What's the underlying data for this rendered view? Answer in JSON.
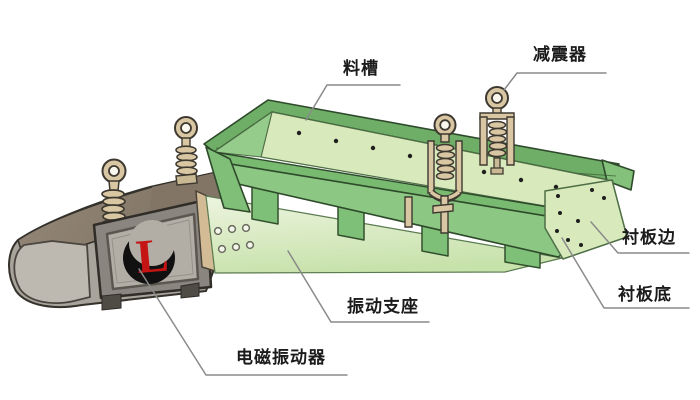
{
  "diagram": {
    "type": "technical-illustration",
    "labels": {
      "trough": "料槽",
      "shock_absorber": "减震器",
      "liner_side": "衬板边",
      "liner_bottom": "衬板底",
      "vibration_support": "振动支座",
      "electromagnetic_vibrator": "电磁振动器"
    },
    "logo_letter": "L",
    "colors": {
      "background": "#FFFFFF",
      "rim_green": "#6FAE67",
      "trough_green": "#8CC884",
      "liner_pale_green": "#D8EABC",
      "rib_green": "#7EC077",
      "support_plate_green": "#DCEDC6",
      "housing_gray": "#A8A49C",
      "deck_brown": "#8E8173",
      "vibrator_frame_gray": "#8A867F",
      "vibrator_panel_gray": "#B2AEA6",
      "hanger_tan": "#D9C7A4",
      "logo_red": "#C41414",
      "logo_black": "#111111",
      "leader_line_gray": "#8A8A8A",
      "label_text": "#1B1B1B"
    }
  }
}
